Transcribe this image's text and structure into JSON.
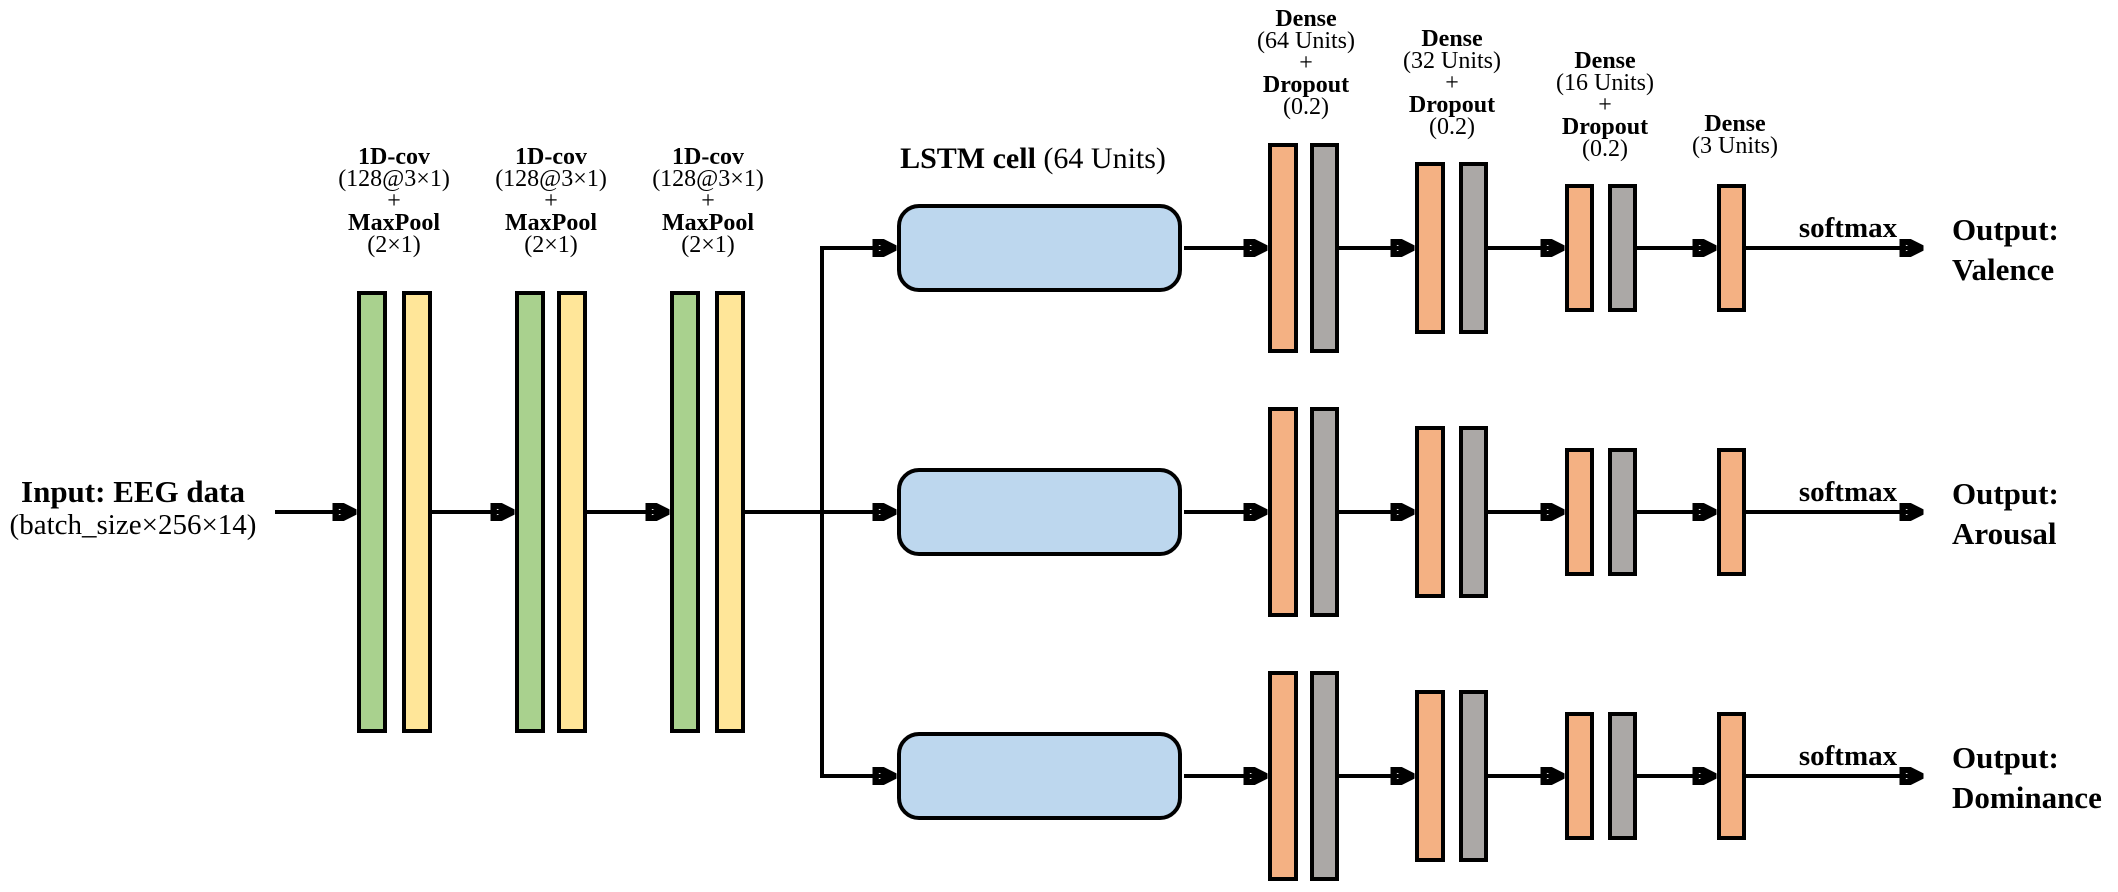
{
  "palette": {
    "conv-green": "#A9D18E",
    "pool-yellow": "#FFE699",
    "lstm-blue": "#BDD7EE",
    "dense-orange": "#F4B183",
    "dropout-gray": "#ABA8A6",
    "line-ink": "#000000"
  },
  "input": {
    "title": "Input: EEG data",
    "shape": "(batch_size×256×14)"
  },
  "conv_blocks": [
    {
      "title": "1D-cov",
      "kernel": "(128@3×1)",
      "plus": "+",
      "pool": "MaxPool",
      "pool_size": "(2×1)"
    },
    {
      "title": "1D-cov",
      "kernel": "(128@3×1)",
      "plus": "+",
      "pool": "MaxPool",
      "pool_size": "(2×1)"
    },
    {
      "title": "1D-cov",
      "kernel": "(128@3×1)",
      "plus": "+",
      "pool": "MaxPool",
      "pool_size": "(2×1)"
    }
  ],
  "lstm": {
    "name": "LSTM cell",
    "units": "(64 Units)"
  },
  "dense_stack": [
    {
      "name": "Dense",
      "units": "(64 Units)",
      "plus": "+",
      "dropout": "Dropout",
      "rate": "(0.2)"
    },
    {
      "name": "Dense",
      "units": "(32 Units)",
      "plus": "+",
      "dropout": "Dropout",
      "rate": "(0.2)"
    },
    {
      "name": "Dense",
      "units": "(16 Units)",
      "plus": "+",
      "dropout": "Dropout",
      "rate": "(0.2)"
    },
    {
      "name": "Dense",
      "units": "(3 Units)"
    }
  ],
  "branches": [
    {
      "activation": "softmax",
      "output_title": "Output:",
      "output_target": "Valence"
    },
    {
      "activation": "softmax",
      "output_title": "Output:",
      "output_target": "Arousal"
    },
    {
      "activation": "softmax",
      "output_title": "Output:",
      "output_target": "Dominance"
    }
  ]
}
